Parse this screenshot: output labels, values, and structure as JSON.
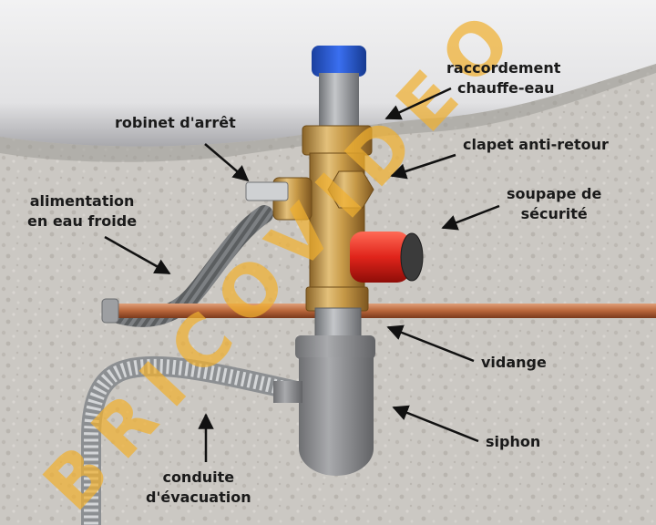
{
  "colors": {
    "wall": "#c9c6c1",
    "tank": "#e9e9ea",
    "brass": "#c9a050",
    "valve_cap": "#e0241b",
    "drain_blue": "#1d4fc4",
    "copper": "#b8653a",
    "siphon": "#8f9093",
    "watermark": "#f0b030",
    "label_text": "#1a1a1a"
  },
  "watermark": {
    "text": "BRICOVIDEO"
  },
  "labels": {
    "raccordement": {
      "line1": "raccordement",
      "line2": "chauffe-eau"
    },
    "robinet": {
      "line1": "robinet d'arrêt"
    },
    "clapet": {
      "line1": "clapet anti-retour"
    },
    "alimentation": {
      "line1": "alimentation",
      "line2": "en eau froide"
    },
    "soupape": {
      "line1": "soupape de",
      "line2": "sécurité"
    },
    "vidange": {
      "line1": "vidange"
    },
    "siphon": {
      "line1": "siphon"
    },
    "conduite": {
      "line1": "conduite",
      "line2": "d'évacuation"
    }
  },
  "icons": {
    "arrow": "leader-arrow",
    "valve": "safety-valve",
    "siphon": "siphon-trap"
  }
}
